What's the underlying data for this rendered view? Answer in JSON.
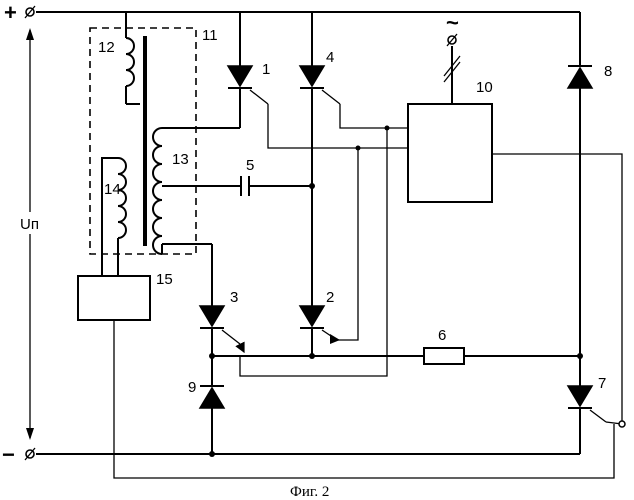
{
  "terminals": {
    "plus": {
      "label": "+"
    },
    "minus": {
      "label": "−"
    },
    "ac_input": {
      "label": "~"
    }
  },
  "supply_voltage": {
    "label": "Uп"
  },
  "components": {
    "thyristor_1": "1",
    "thyristor_2": "2",
    "thyristor_3": "3",
    "thyristor_4": "4",
    "thyristor_7": "7",
    "capacitor_5": "5",
    "resistor_6": "6",
    "diode_8": "8",
    "diode_9": "9",
    "control_unit_10": "10",
    "transformer_core_11": "11",
    "winding_12": "12",
    "winding_13": "13",
    "winding_14": "14",
    "block_15": "15"
  },
  "caption": "Фиг. 2"
}
